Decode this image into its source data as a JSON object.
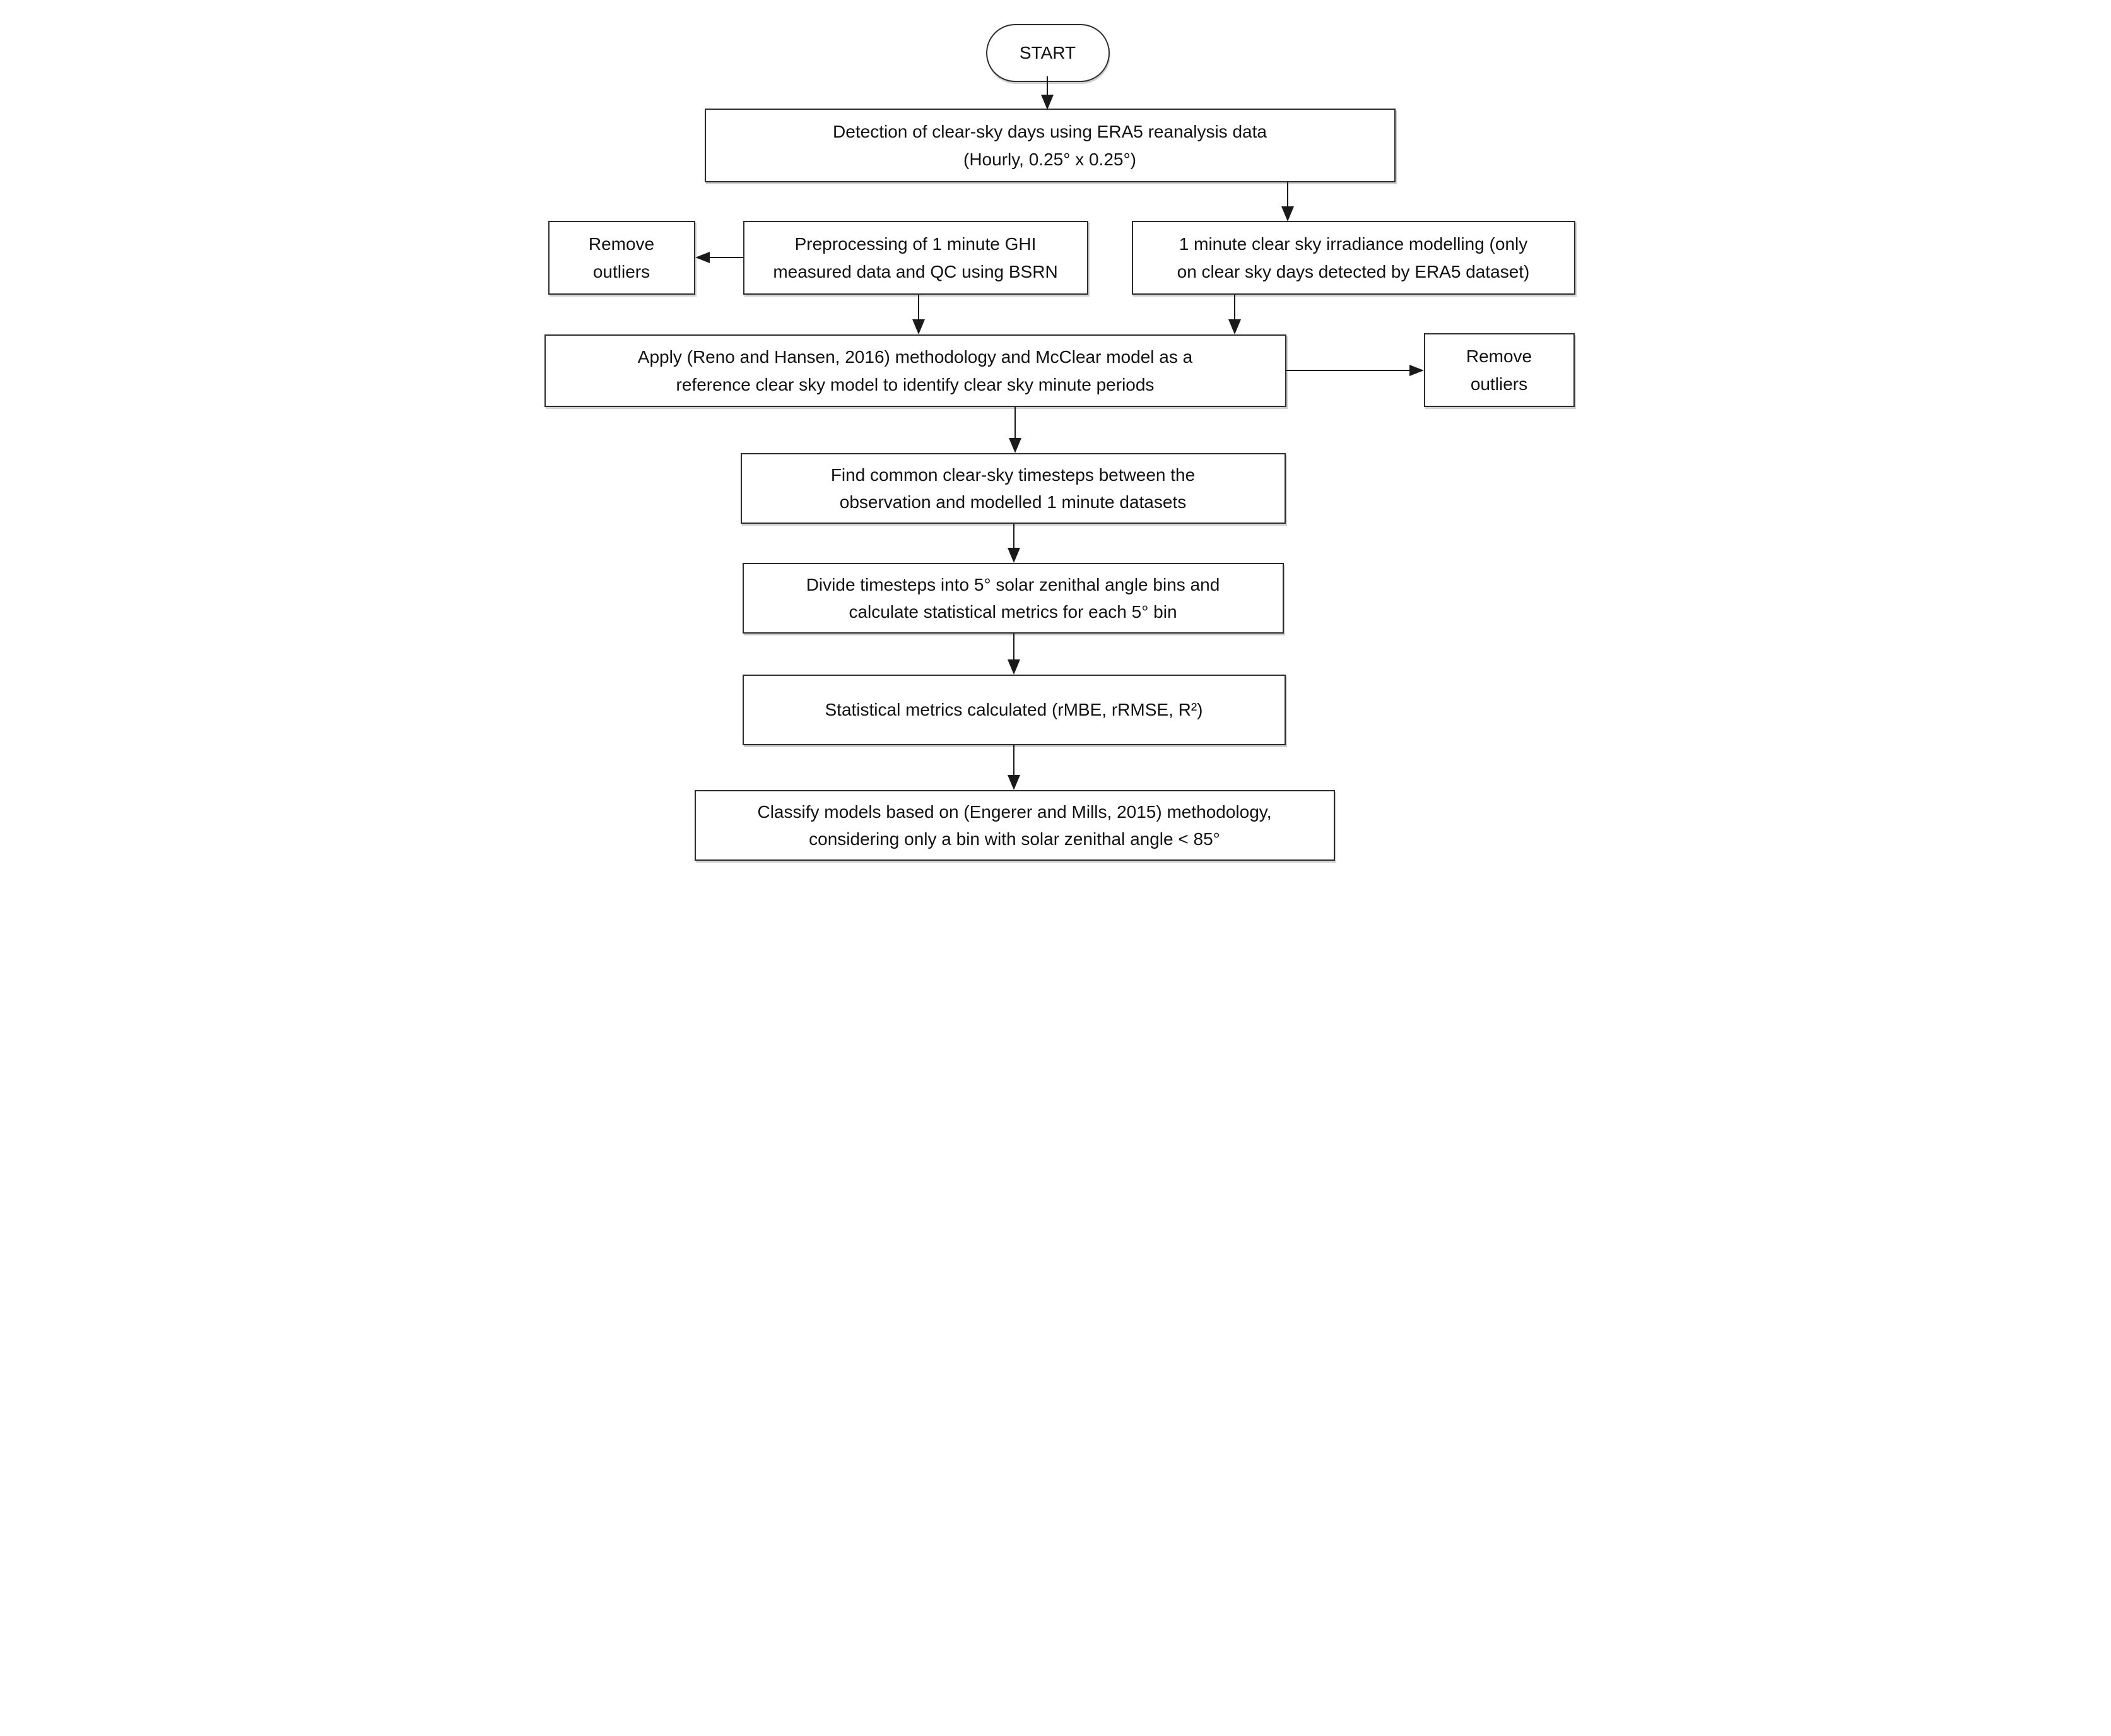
{
  "diagram": {
    "type": "flowchart",
    "colors": {
      "background": "#ffffff",
      "box_fill": "#ffffff",
      "box_border": "#2e2e2e",
      "text": "#111111",
      "arrow": "#1a1a1a"
    },
    "nodes": {
      "start": {
        "shape": "rounded",
        "lines": [
          "START"
        ]
      },
      "detection": {
        "shape": "rect",
        "lines": [
          "Detection of clear-sky days using ERA5 reanalysis data",
          "(Hourly, 0.25° x 0.25°)"
        ]
      },
      "remove_outliers_left": {
        "shape": "rect",
        "lines": [
          "Remove",
          "outliers"
        ]
      },
      "preprocessing": {
        "shape": "rect",
        "lines": [
          "Preprocessing of 1 minute GHI",
          "measured data and QC using BSRN"
        ]
      },
      "modelling": {
        "shape": "rect",
        "lines": [
          "1 minute clear sky irradiance modelling (only",
          "on clear sky days detected by ERA5 dataset)"
        ]
      },
      "apply_methodology": {
        "shape": "rect",
        "lines": [
          "Apply (Reno and Hansen, 2016) methodology and McClear model as a",
          "reference clear sky model to identify clear sky minute periods"
        ]
      },
      "remove_outliers_right": {
        "shape": "rect",
        "lines": [
          "Remove",
          "outliers"
        ]
      },
      "find_common": {
        "shape": "rect",
        "lines": [
          "Find common clear-sky timesteps between the",
          "observation and modelled 1 minute datasets"
        ]
      },
      "divide_bins": {
        "shape": "rect",
        "lines": [
          "Divide timesteps into 5° solar zenithal angle bins and",
          "calculate statistical metrics for each 5° bin"
        ]
      },
      "statistical_metrics": {
        "shape": "rect",
        "lines": [
          "Statistical metrics calculated (rMBE, rRMSE, R²)"
        ]
      },
      "classify": {
        "shape": "rect",
        "lines": [
          "Classify models based on (Engerer and Mills, 2015) methodology,",
          "considering only a bin with solar zenithal angle < 85°"
        ]
      }
    },
    "edges": [
      {
        "from": "start",
        "to": "detection"
      },
      {
        "from": "detection",
        "to": "modelling"
      },
      {
        "from": "preprocessing",
        "to": "remove_outliers_left"
      },
      {
        "from": "preprocessing",
        "to": "apply_methodology"
      },
      {
        "from": "modelling",
        "to": "apply_methodology"
      },
      {
        "from": "apply_methodology",
        "to": "remove_outliers_right"
      },
      {
        "from": "apply_methodology",
        "to": "find_common"
      },
      {
        "from": "find_common",
        "to": "divide_bins"
      },
      {
        "from": "divide_bins",
        "to": "statistical_metrics"
      },
      {
        "from": "statistical_metrics",
        "to": "classify"
      }
    ]
  }
}
